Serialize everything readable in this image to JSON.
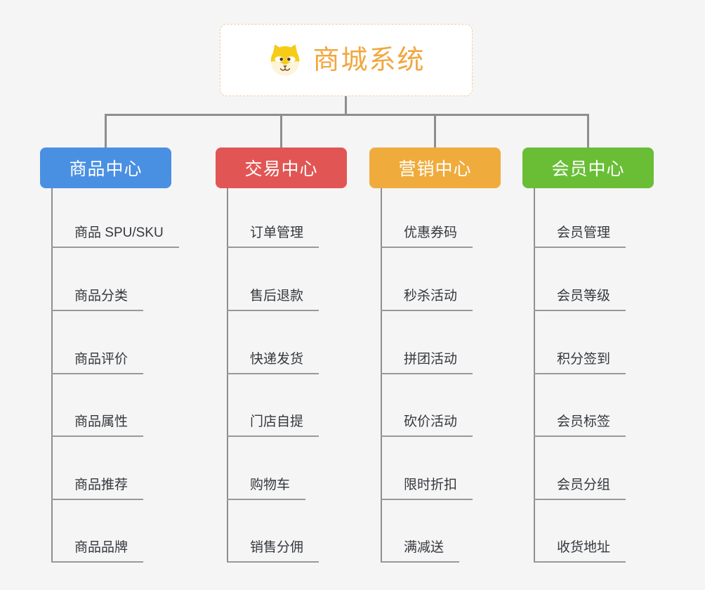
{
  "root": {
    "title": "商城系统",
    "icon": "shiba-dog-icon"
  },
  "branches": [
    {
      "label": "商品中心",
      "color": "#4a90e2",
      "items": [
        "商品 SPU/SKU",
        "商品分类",
        "商品评价",
        "商品属性",
        "商品推荐",
        "商品品牌"
      ]
    },
    {
      "label": "交易中心",
      "color": "#e15654",
      "items": [
        "订单管理",
        "售后退款",
        "快递发货",
        "门店自提",
        "购物车",
        "销售分佣"
      ]
    },
    {
      "label": "营销中心",
      "color": "#efac3c",
      "items": [
        "优惠券码",
        "秒杀活动",
        "拼团活动",
        "砍价活动",
        "限时折扣",
        "满减送"
      ]
    },
    {
      "label": "会员中心",
      "color": "#69be36",
      "items": [
        "会员管理",
        "会员等级",
        "积分签到",
        "会员标签",
        "会员分组",
        "收货地址"
      ]
    }
  ],
  "colors": {
    "background": "#f5f5f6",
    "connector": "#8e8e8e",
    "leaf_underline": "#999999",
    "leaf_text": "#35383c",
    "root_text": "#f1a740",
    "root_border": "#f1cd95",
    "branch_text": "#ffffff",
    "icon_yellow": "#f7cc16",
    "icon_cream": "#fdf4da",
    "icon_brown": "#7c4a32"
  }
}
